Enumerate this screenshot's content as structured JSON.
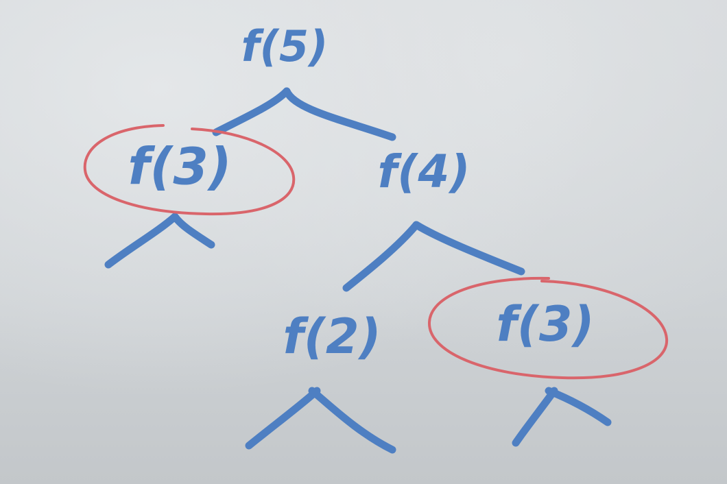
{
  "colors": {
    "blue_marker": "#4e7fc2",
    "red_marker": "#d9656b",
    "board": "#d3d6d9"
  },
  "nodes": [
    {
      "id": "n5",
      "label": "f(5)",
      "circled": false
    },
    {
      "id": "n3a",
      "label": "f(3)",
      "circled": true
    },
    {
      "id": "n4",
      "label": "f(4)",
      "circled": false
    },
    {
      "id": "n2",
      "label": "f(2)",
      "circled": false
    },
    {
      "id": "n3b",
      "label": "f(3)",
      "circled": true
    }
  ]
}
